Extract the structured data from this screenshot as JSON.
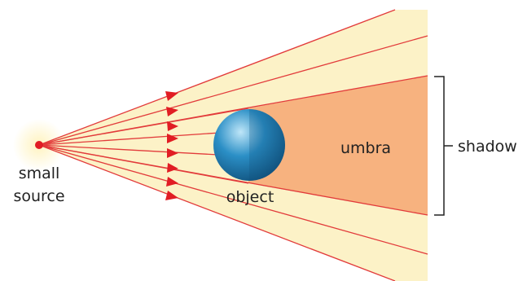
{
  "labels": {
    "source_line1": "small",
    "source_line2": "source",
    "object": "object",
    "umbra": "umbra",
    "shadow": "shadow"
  },
  "colors": {
    "ray": "#e23b3b",
    "cone_fill": "#fcf2c7",
    "umbra_fill": "#f7b27f",
    "bracket": "#222222",
    "sphere_light": "#bfe6f8",
    "sphere_mid": "#2b8fc6",
    "sphere_dark": "#0f4f7a",
    "source_glow": "#fff3bf",
    "source_dot": "#e11d24"
  }
}
